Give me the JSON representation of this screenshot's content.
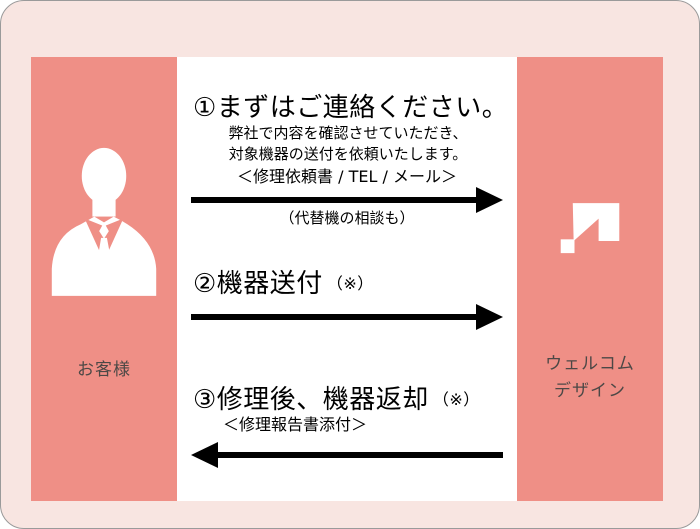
{
  "card": {
    "left_actor": {
      "label": "お客様"
    },
    "right_actor": {
      "line1": "ウェルコム",
      "line2": "デザイン"
    },
    "steps": {
      "s1": {
        "title": "①まずはご連絡ください。",
        "desc1": "弊社で内容を確認させていただき、",
        "desc2": "対象機器の送付を依頼いたします。",
        "methods": "＜修理依頼書 / TEL / メール＞",
        "note": "（代替機の相談も）",
        "arrow_direction": "right"
      },
      "s2": {
        "title": "②機器送付",
        "marker": "（※）",
        "arrow_direction": "right"
      },
      "s3": {
        "title": "③修理後、機器返却",
        "marker": "（※）",
        "note": "＜修理報告書添付＞",
        "arrow_direction": "left"
      }
    }
  },
  "icons": {
    "person": "businessman-silhouette-icon",
    "logo": "welcom-design-logo-mark"
  },
  "colors": {
    "panel_pink": "#ef8f86",
    "background_pink": "#f8e5e1",
    "center_background": "#ffffff",
    "arrow_black": "#000000",
    "label_text": "#4c4846",
    "body_text": "#000000"
  }
}
